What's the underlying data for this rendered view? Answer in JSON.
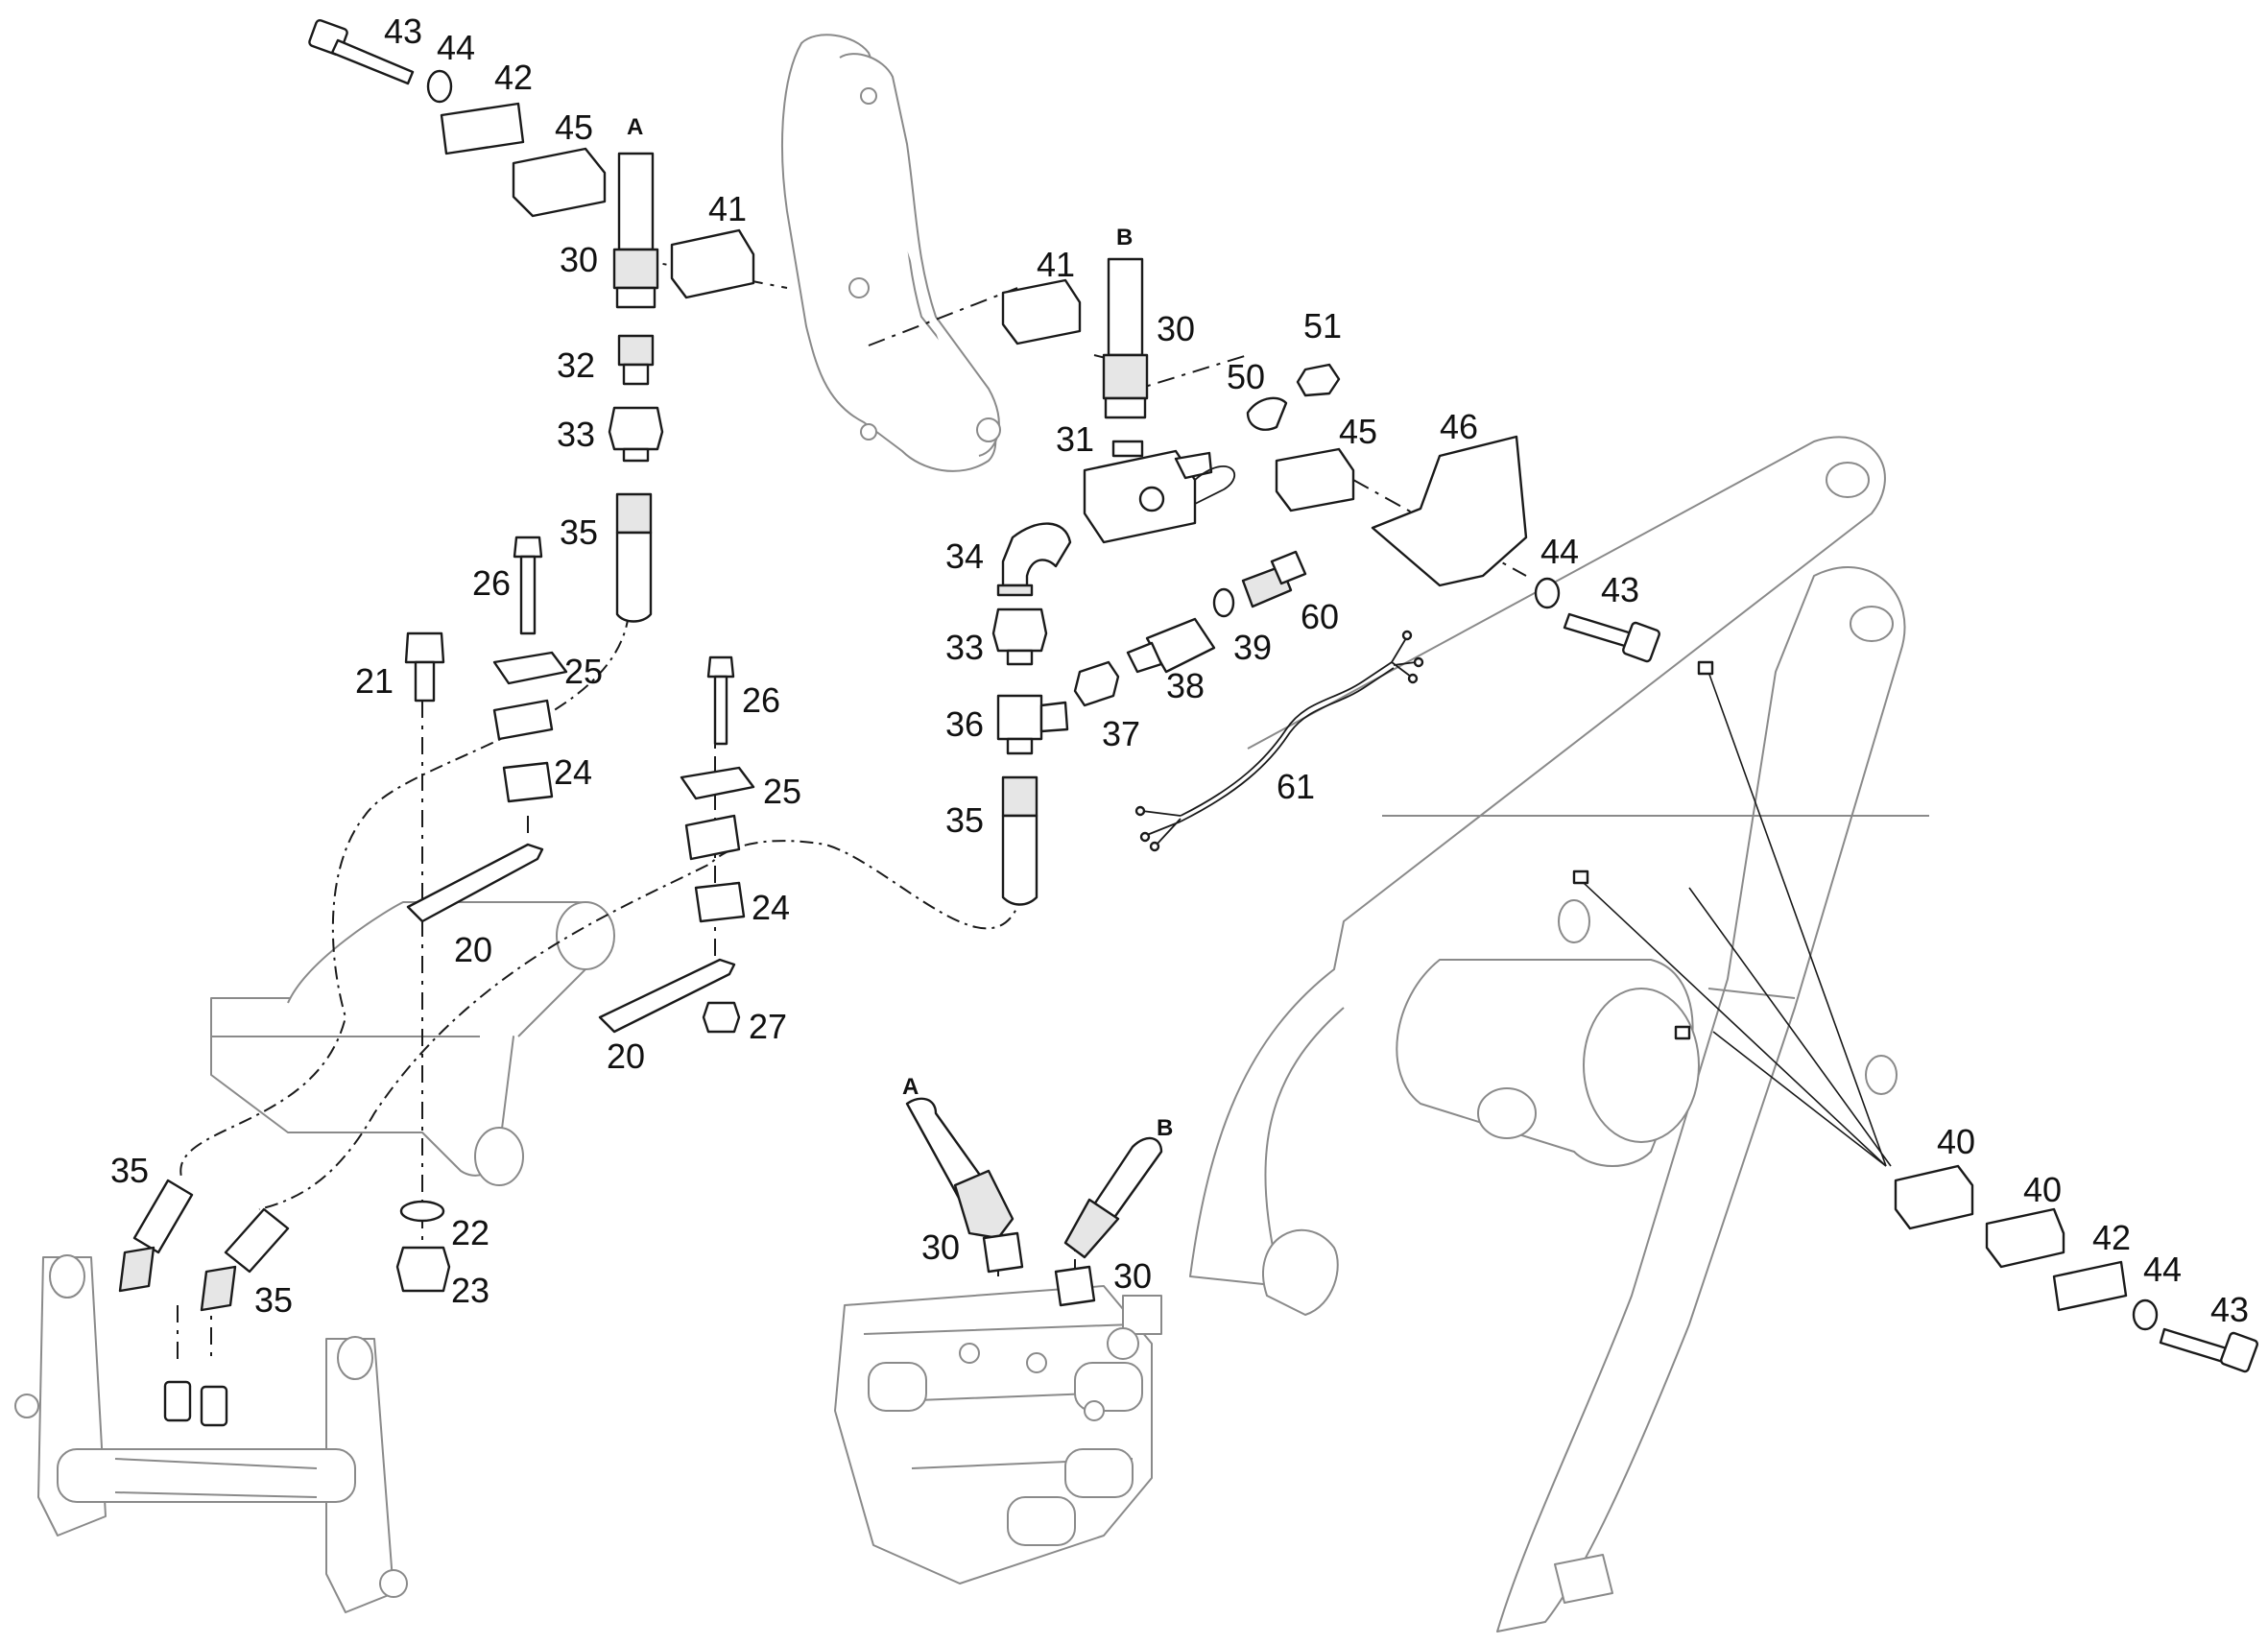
{
  "diagram": {
    "callouts": {
      "c43a": "43",
      "c44a": "44",
      "c42a": "42",
      "c45a": "45",
      "c41a": "41",
      "c30a": "30",
      "c32": "32",
      "c33a": "33",
      "c35a": "35",
      "c26a": "26",
      "c21": "21",
      "c25a": "25",
      "c24a": "24",
      "c20a": "20",
      "c26b": "26",
      "c25b": "25",
      "c24b": "24",
      "c27": "27",
      "c20b": "20",
      "c22": "22",
      "c23": "23",
      "c35b": "35",
      "c35c": "35",
      "c41b": "41",
      "c30b": "30",
      "c50": "50",
      "c51": "51",
      "c31": "31",
      "c45b": "45",
      "c46": "46",
      "c44b": "44",
      "c43b": "43",
      "c34": "34",
      "c33b": "33",
      "c60": "60",
      "c39": "39",
      "c38": "38",
      "c36": "36",
      "c37": "37",
      "c35d": "35",
      "c61": "61",
      "c30c": "30",
      "c30d": "30",
      "c40a": "40",
      "c40b": "40",
      "c42b": "42",
      "c44c": "44",
      "c43c": "43"
    },
    "port_marks": {
      "a_top": "A",
      "b_top": "B",
      "a_valve": "A",
      "b_valve": "B"
    }
  }
}
